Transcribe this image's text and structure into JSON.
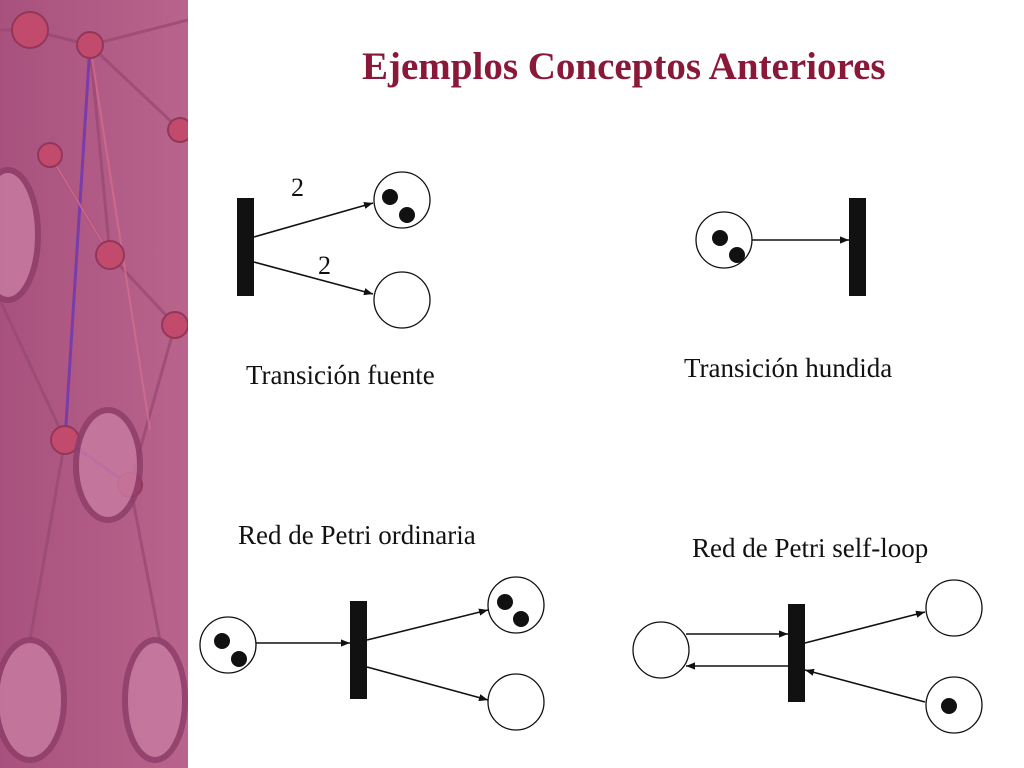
{
  "title": "Ejemplos Conceptos Anteriores",
  "colors": {
    "title": "#8a1838",
    "sidebar": "#b05c86"
  },
  "sections": [
    {
      "caption": "Transición fuente",
      "arc_weights": [
        "2",
        "2"
      ]
    },
    {
      "caption": "Transición hundida"
    },
    {
      "caption": "Red de Petri ordinaria"
    },
    {
      "caption": "Red de Petri self-loop"
    }
  ],
  "places": {
    "fuente_top_tokens": 2,
    "fuente_bottom_tokens": 0,
    "hundida_tokens": 2,
    "ordinaria_input_tokens": 2,
    "ordinaria_top_output_tokens": 2,
    "ordinaria_bottom_output_tokens": 0,
    "selfloop_left_tokens": 0,
    "selfloop_top_right_tokens": 0,
    "selfloop_bottom_right_tokens": 1
  }
}
